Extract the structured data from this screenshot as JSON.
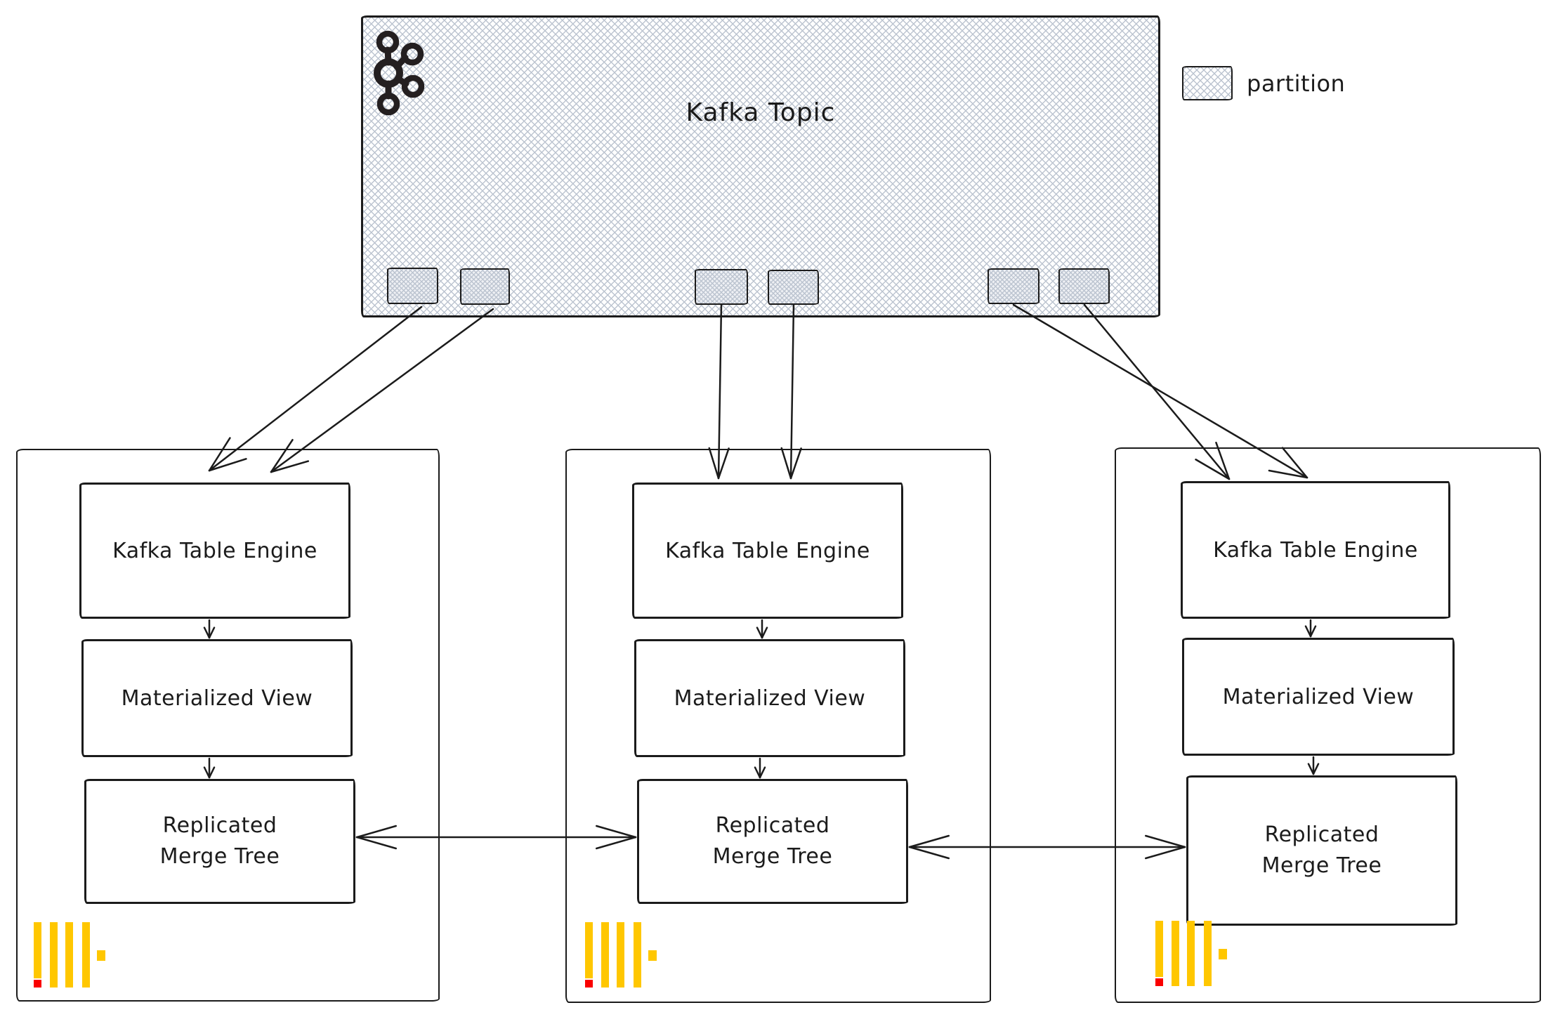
{
  "topic": {
    "title": "Kafka Topic",
    "icon": "kafka-logo",
    "partition_count": 6
  },
  "legend": {
    "label": "partition",
    "swatch_icon": "partition-swatch"
  },
  "nodes": [
    {
      "engine_label": "Kafka Table Engine",
      "view_label": "Materialized View",
      "tree_label_line1": "Replicated",
      "tree_label_line2": "Merge Tree",
      "logo_icon": "clickhouse-logo"
    },
    {
      "engine_label": "Kafka Table Engine",
      "view_label": "Materialized View",
      "tree_label_line1": "Replicated",
      "tree_label_line2": "Merge Tree",
      "logo_icon": "clickhouse-logo"
    },
    {
      "engine_label": "Kafka Table Engine",
      "view_label": "Materialized View",
      "tree_label_line1": "Replicated",
      "tree_label_line2": "Merge Tree",
      "logo_icon": "clickhouse-logo"
    }
  ],
  "colors": {
    "clickhouse_yellow": "#FFC700",
    "clickhouse_red": "#FA0000",
    "hatch_line": "#BCC4D0",
    "ink": "#1B1B1B"
  }
}
